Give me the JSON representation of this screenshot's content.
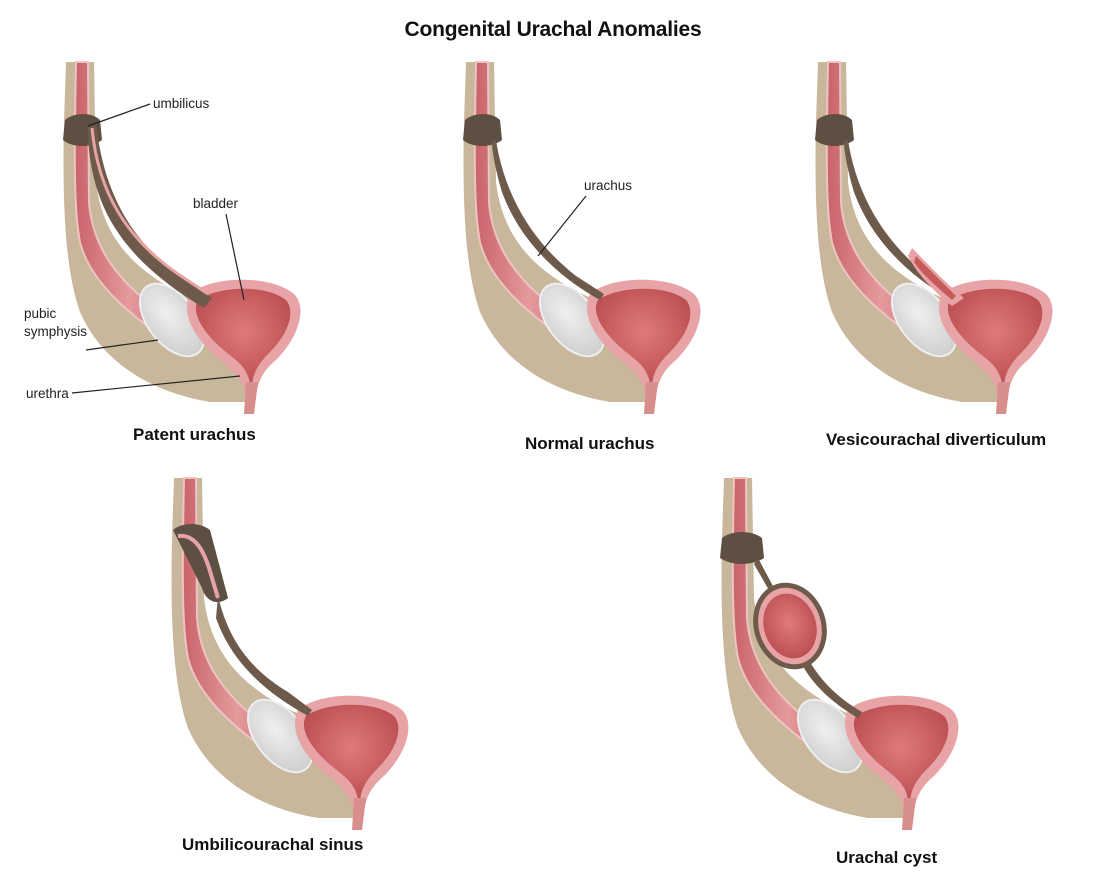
{
  "title": "Congenital Urachal Anomalies",
  "panels": [
    {
      "caption": "Patent urachus"
    },
    {
      "caption": "Normal urachus"
    },
    {
      "caption": "Vesicourachal diverticulum"
    },
    {
      "caption": "Umbilicourachal sinus"
    },
    {
      "caption": "Urachal cyst"
    }
  ],
  "labels": {
    "umbilicus": "umbilicus",
    "bladder": "bladder",
    "pubic_symphysis_line1": "pubic",
    "pubic_symphysis_line2": "symphysis",
    "urethra": "urethra",
    "urachus": "urachus"
  },
  "colors": {
    "abdominal_wall": "#c9b79c",
    "muscle": "#d98e8e",
    "muscle_dark": "#c9636a",
    "bladder": "#c55a5a",
    "bladder_rim": "#e8a3a6",
    "urachus": "#6e5a4a",
    "umbilicus": "#5e4f43",
    "pubic_bone": "#dcdcdc",
    "text": "#111111"
  }
}
